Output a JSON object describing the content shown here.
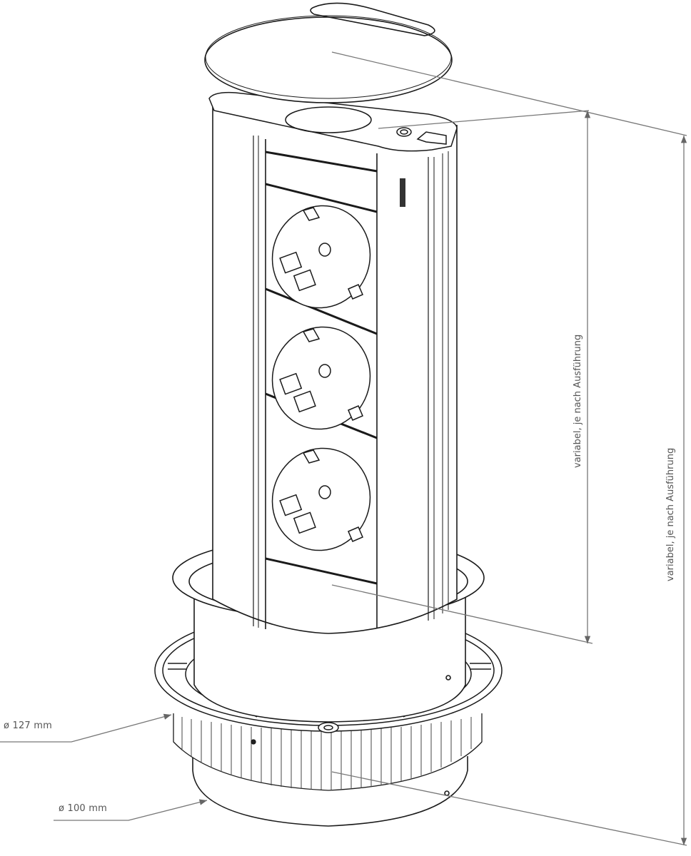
{
  "diagram": {
    "subject": "pop-up power socket tower with 3 Schuko sockets",
    "sockets": [
      {
        "index": 1,
        "type": "schuko-socket"
      },
      {
        "index": 2,
        "type": "schuko-socket"
      },
      {
        "index": 3,
        "type": "schuko-socket"
      }
    ],
    "dimensions": {
      "outer_diameter": "ø 127 mm",
      "inner_diameter": "ø 100 mm",
      "inner_height": "variabel, je nach Ausführung",
      "total_height": "variabel, je nach Ausführung"
    },
    "colors": {
      "line": "#1a1a1a",
      "dimension_line": "#777777",
      "arrow": "#666666",
      "text": "#555555",
      "background": "#ffffff"
    }
  }
}
